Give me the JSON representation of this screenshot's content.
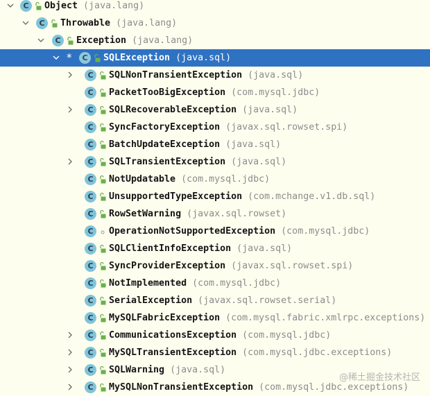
{
  "tree": {
    "colors": {
      "background": "#fefeef",
      "selection": "#2f72c2",
      "class_icon": "#7fc4db",
      "lock_icon": "#6ab04c",
      "package_text": "#8c8c8c"
    },
    "rows": [
      {
        "depth": 0,
        "chevron": "expanded",
        "name": "Object",
        "package": "(java.lang)",
        "access": "public"
      },
      {
        "depth": 1,
        "chevron": "expanded",
        "name": "Throwable",
        "package": "(java.lang)",
        "access": "public"
      },
      {
        "depth": 2,
        "chevron": "expanded",
        "name": "Exception",
        "package": "(java.lang)",
        "access": "public"
      },
      {
        "depth": 3,
        "chevron": "expanded",
        "name": "SQLException",
        "package": "(java.sql)",
        "access": "public",
        "selected": true,
        "marker": "*"
      },
      {
        "depth": 4,
        "chevron": "collapsed",
        "name": "SQLNonTransientException",
        "package": "(java.sql)",
        "access": "public"
      },
      {
        "depth": 4,
        "chevron": "none",
        "name": "PacketTooBigException",
        "package": "(com.mysql.jdbc)",
        "access": "public"
      },
      {
        "depth": 4,
        "chevron": "collapsed",
        "name": "SQLRecoverableException",
        "package": "(java.sql)",
        "access": "public"
      },
      {
        "depth": 4,
        "chevron": "none",
        "name": "SyncFactoryException",
        "package": "(javax.sql.rowset.spi)",
        "access": "public"
      },
      {
        "depth": 4,
        "chevron": "none",
        "name": "BatchUpdateException",
        "package": "(java.sql)",
        "access": "public"
      },
      {
        "depth": 4,
        "chevron": "collapsed",
        "name": "SQLTransientException",
        "package": "(java.sql)",
        "access": "public"
      },
      {
        "depth": 4,
        "chevron": "none",
        "name": "NotUpdatable",
        "package": "(com.mysql.jdbc)",
        "access": "public"
      },
      {
        "depth": 4,
        "chevron": "none",
        "name": "UnsupportedTypeException",
        "package": "(com.mchange.v1.db.sql)",
        "access": "public"
      },
      {
        "depth": 4,
        "chevron": "none",
        "name": "RowSetWarning",
        "package": "(javax.sql.rowset)",
        "access": "public"
      },
      {
        "depth": 4,
        "chevron": "none",
        "name": "OperationNotSupportedException",
        "package": "(com.mysql.jdbc)",
        "access": "package-private"
      },
      {
        "depth": 4,
        "chevron": "none",
        "name": "SQLClientInfoException",
        "package": "(java.sql)",
        "access": "public"
      },
      {
        "depth": 4,
        "chevron": "none",
        "name": "SyncProviderException",
        "package": "(javax.sql.rowset.spi)",
        "access": "public"
      },
      {
        "depth": 4,
        "chevron": "none",
        "name": "NotImplemented",
        "package": "(com.mysql.jdbc)",
        "access": "public"
      },
      {
        "depth": 4,
        "chevron": "none",
        "name": "SerialException",
        "package": "(javax.sql.rowset.serial)",
        "access": "public"
      },
      {
        "depth": 4,
        "chevron": "none",
        "name": "MySQLFabricException",
        "package": "(com.mysql.fabric.xmlrpc.exceptions)",
        "access": "public"
      },
      {
        "depth": 4,
        "chevron": "collapsed",
        "name": "CommunicationsException",
        "package": "(com.mysql.jdbc)",
        "access": "public"
      },
      {
        "depth": 4,
        "chevron": "collapsed",
        "name": "MySQLTransientException",
        "package": "(com.mysql.jdbc.exceptions)",
        "access": "public"
      },
      {
        "depth": 4,
        "chevron": "collapsed",
        "name": "SQLWarning",
        "package": "(java.sql)",
        "access": "public"
      },
      {
        "depth": 4,
        "chevron": "collapsed",
        "name": "MySQLNonTransientException",
        "package": "(com.mysql.jdbc.exceptions)",
        "access": "public"
      }
    ],
    "class_icon_letter": "C"
  },
  "watermark": "@稀土掘金技术社区"
}
